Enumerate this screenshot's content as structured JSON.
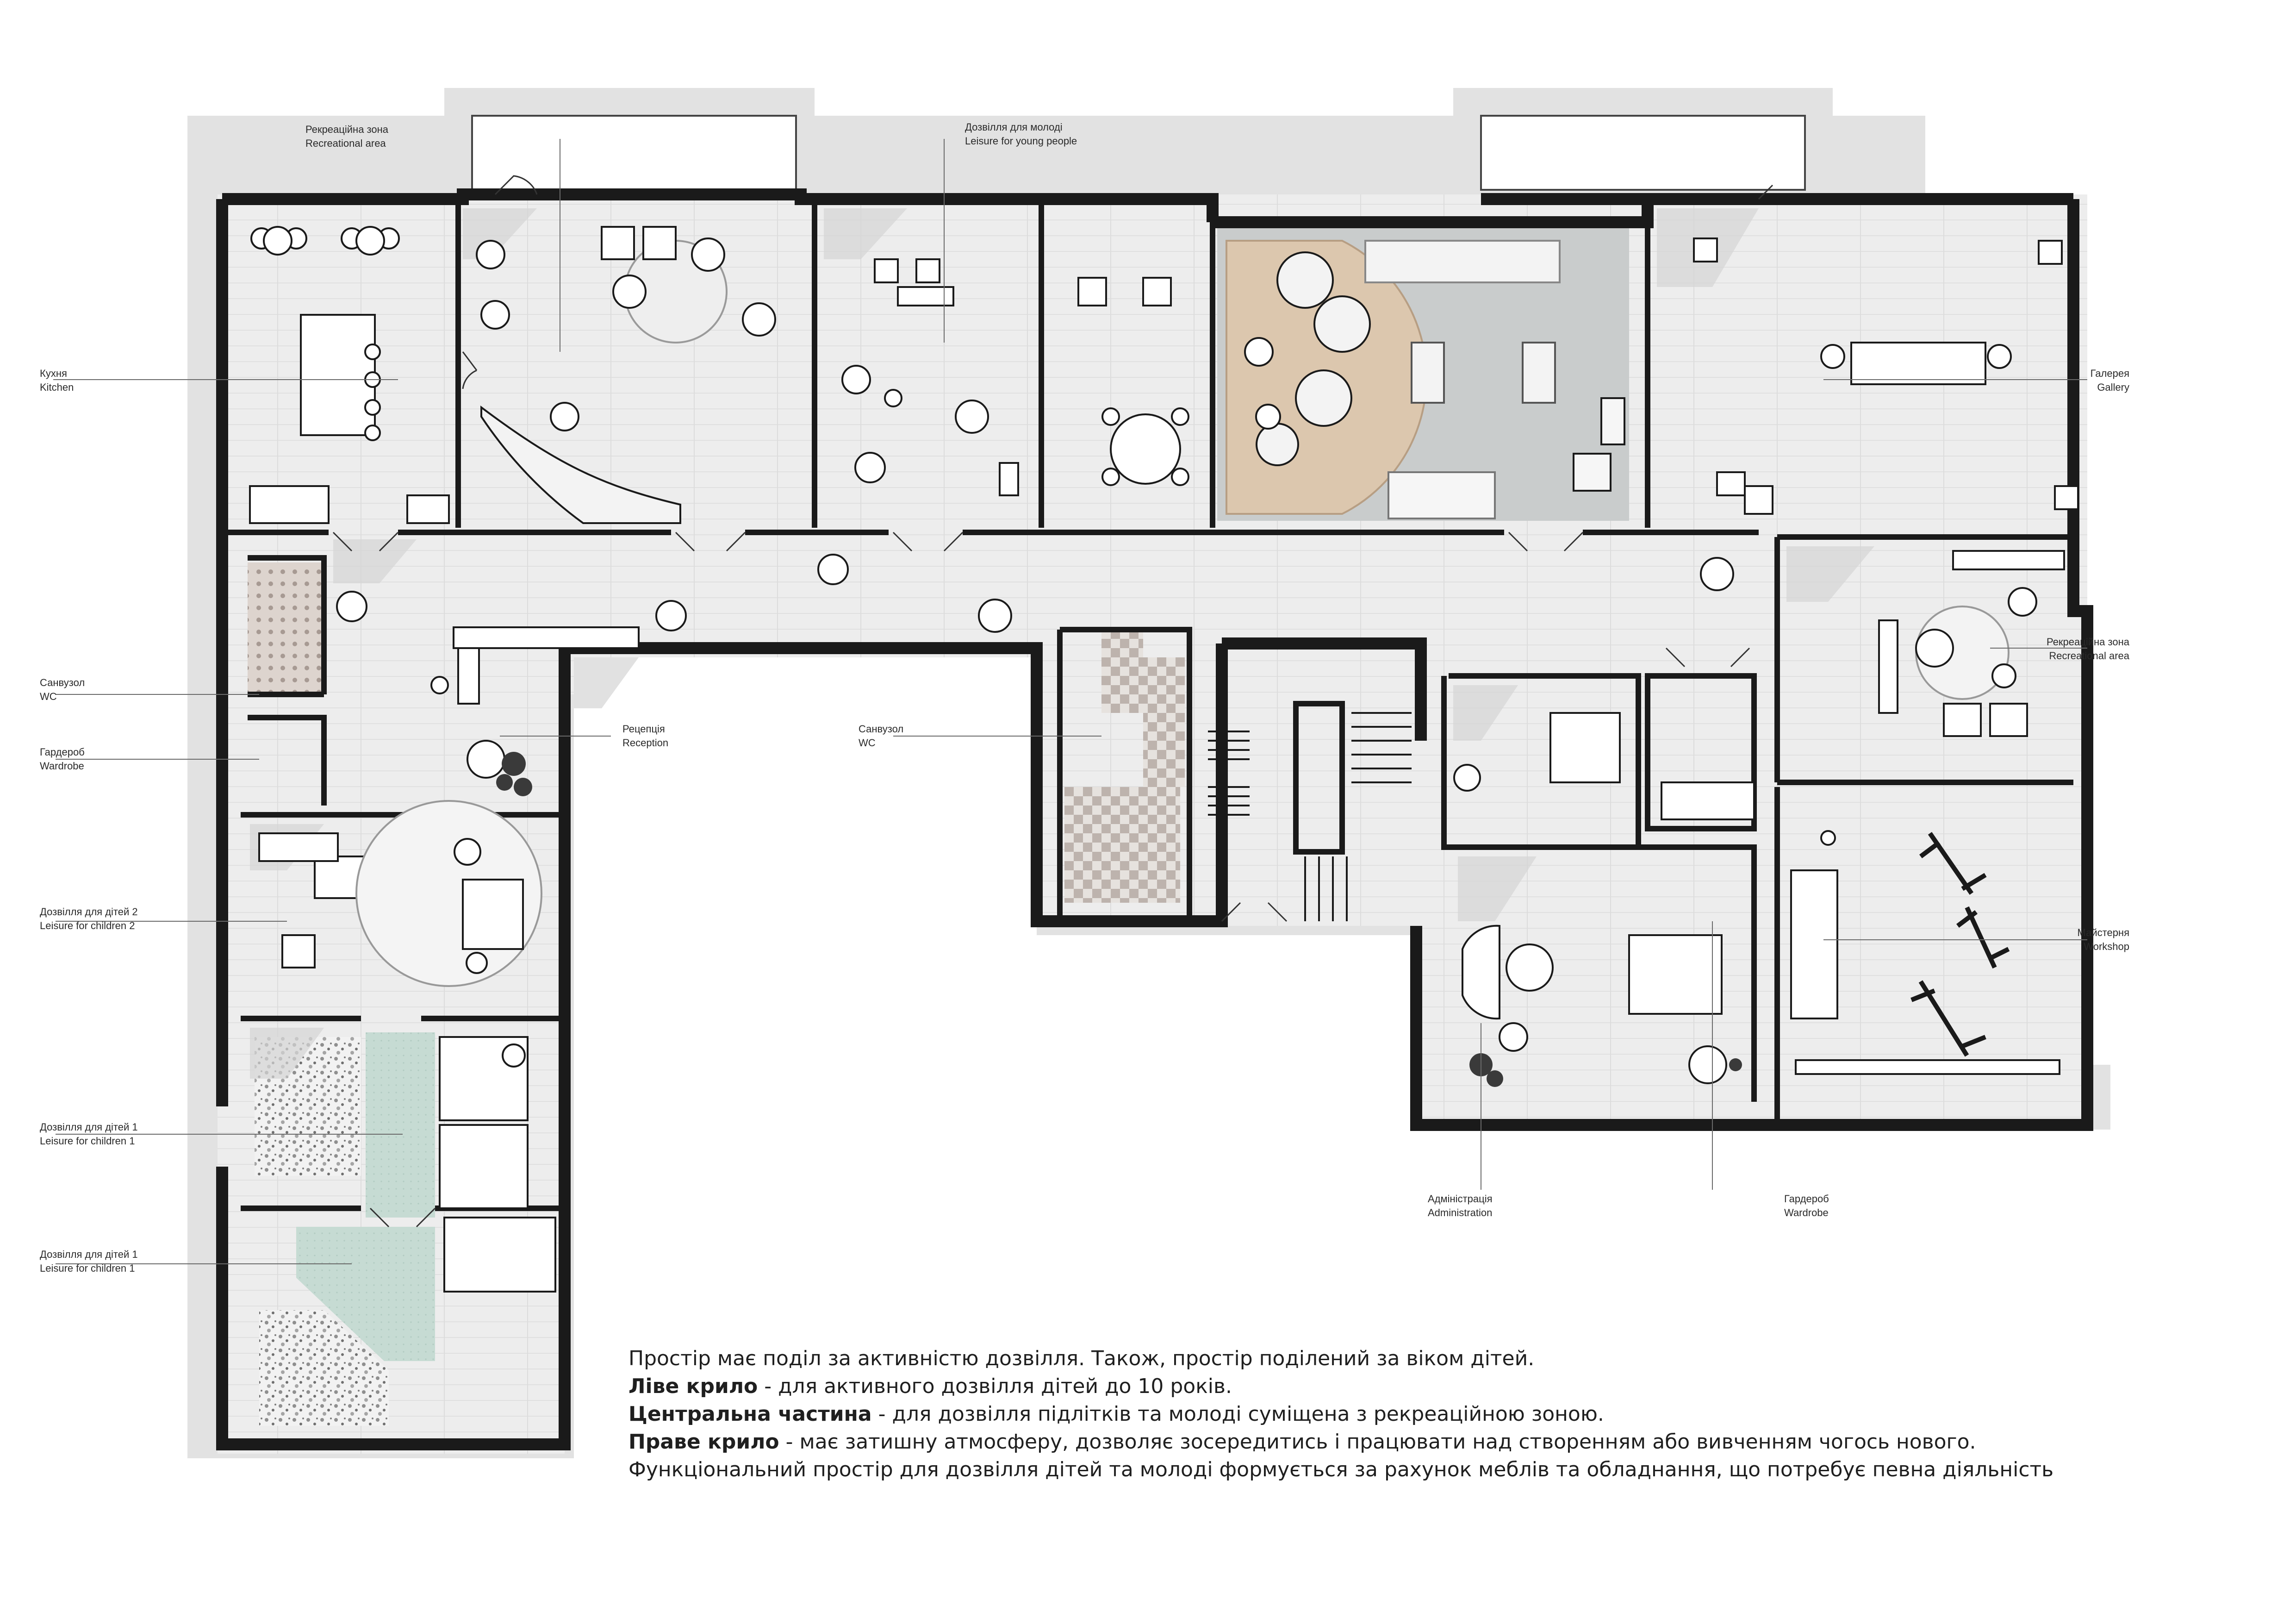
{
  "labels": {
    "recreational_top": {
      "uk": "Рекреаційна зона",
      "en": "Recreational area"
    },
    "leisure_young": {
      "uk": "Дозвілля для молоді",
      "en": "Leisure for young people"
    },
    "kitchen": {
      "uk": "Кухня",
      "en": "Kitchen"
    },
    "gallery": {
      "uk": "Галерея",
      "en": "Gallery"
    },
    "recreational_right": {
      "uk": "Рекреаційна зона",
      "en": "Recreational area"
    },
    "wc_left": {
      "uk": "Санвузол",
      "en": "WC"
    },
    "wardrobe_left": {
      "uk": "Гардероб",
      "en": "Wardrobe"
    },
    "reception": {
      "uk": "Рецепція",
      "en": "Reception"
    },
    "wc_center": {
      "uk": "Санвузол",
      "en": "WC"
    },
    "leisure_children2": {
      "uk": "Дозвілля для дітей 2",
      "en": "Leisure for children 2"
    },
    "workshop": {
      "uk": "Майстерня",
      "en": "Workshop"
    },
    "leisure_children1a": {
      "uk": "Дозвілля для дітей 1",
      "en": "Leisure for children 1"
    },
    "leisure_children1b": {
      "uk": "Дозвілля для дітей 1",
      "en": "Leisure for children 1"
    },
    "administration": {
      "uk": "Адміністрація",
      "en": "Administration"
    },
    "wardrobe_bottom": {
      "uk": "Гардероб",
      "en": "Wardrobe"
    }
  },
  "description": {
    "line1": "Простір має поділ за активністю дозвілля. Також, простір поділений за віком дітей.",
    "line2_bold": "Ліве крило",
    "line2_rest": " - для активного дозвілля дітей до 10 років.",
    "line3_bold": "Центральна частина",
    "line3_rest": " - для дозвілля підлітків та молоді суміщена з рекреаційною зоною.",
    "line4_bold": "Праве крило",
    "line4_rest": " - має затишну атмосферу, дозволяє зосередитись і працювати над створенням або вивченням чогось нового.",
    "line5": "Функціональний простір для дозвілля дітей та молоді формується за рахунок меблів та обладнання, що потребує певна діяльність"
  },
  "colors": {
    "wall": "#1a1a1a",
    "floor": "#ececec",
    "shadow": "#cfcfcf",
    "carpet": "#c9cccc",
    "wood": "#dcc7ae",
    "teal": "#c9ddd6",
    "tile": "#bdb3ad"
  }
}
